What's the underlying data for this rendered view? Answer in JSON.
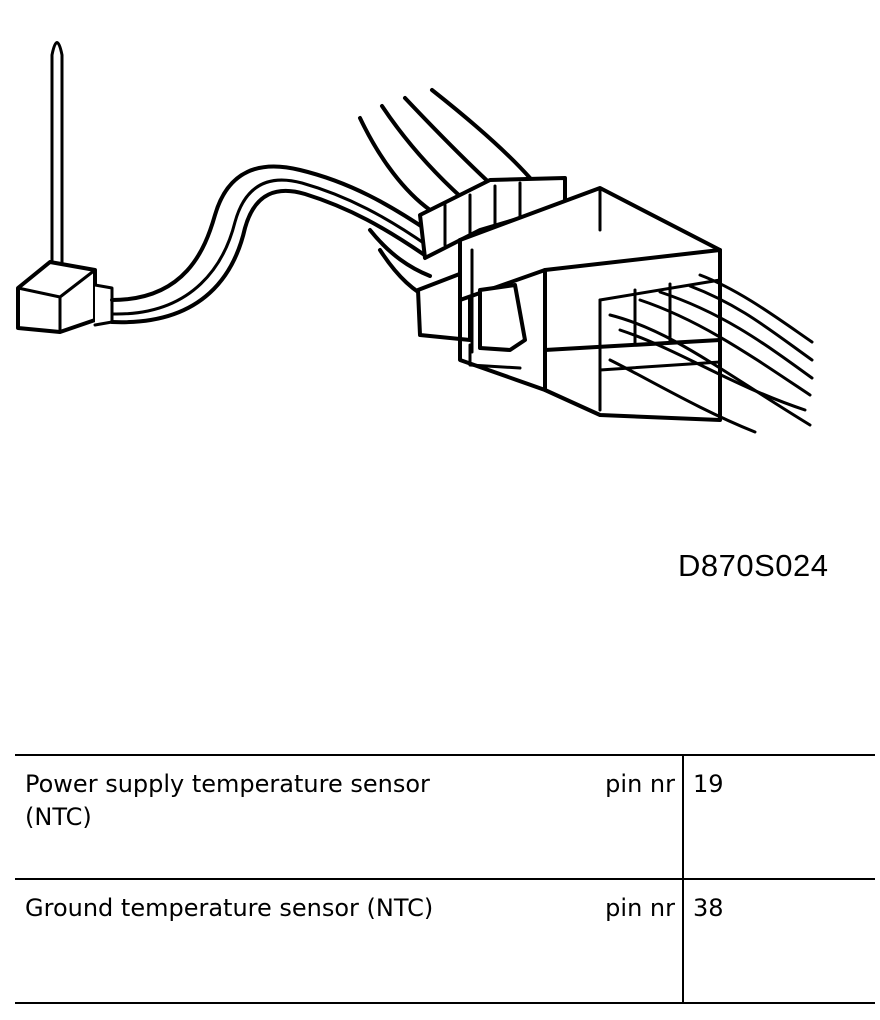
{
  "drawing": {
    "id": "D870S024",
    "icons": [
      "temperature-sensor-icon",
      "connector-plug-icon"
    ]
  },
  "pins": [
    {
      "description": "Power supply temperature sensor (NTC)",
      "label": "pin nr",
      "pin": "19"
    },
    {
      "description": "Ground temperature sensor (NTC)",
      "label": "pin nr",
      "pin": "38"
    }
  ],
  "colors": {
    "ink": "#000000",
    "paper": "#ffffff"
  }
}
